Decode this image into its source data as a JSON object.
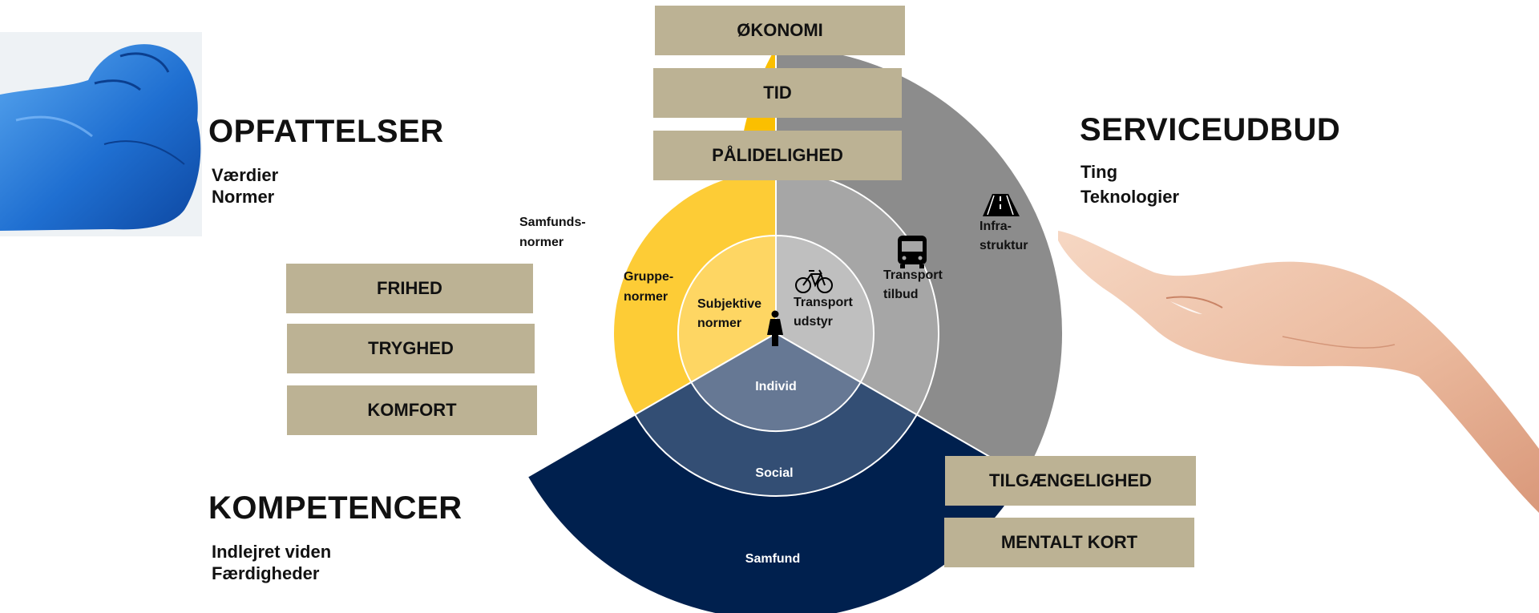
{
  "diagram": {
    "quadrants": {
      "opfattelser": {
        "title": "OPFATTELSER",
        "items": [
          "Værdier",
          "Normer"
        ],
        "color": "#fbbf00"
      },
      "serviceudbud": {
        "title": "SERVICEUDBUD",
        "items": [
          "Ting",
          "Teknologier"
        ],
        "color": "#8c8c8c"
      },
      "kompetencer": {
        "title": "KOMPETENCER",
        "items": [
          "Indlejret viden",
          "Færdigheder"
        ],
        "color": "#00204e"
      }
    },
    "rings": {
      "outer": {
        "yellow": [
          "Samfunds-",
          "normer"
        ],
        "grey": [
          "Infra-",
          "struktur"
        ],
        "blue": "Samfund"
      },
      "middle": {
        "yellow": [
          "Gruppe-",
          "normer"
        ],
        "grey": [
          "Transport",
          "tilbud"
        ],
        "blue": "Social"
      },
      "inner": {
        "yellow": [
          "Subjektive",
          "normer"
        ],
        "grey": [
          "Transport",
          "udstyr"
        ],
        "blue": "Individ"
      }
    },
    "boxes": {
      "top": [
        "ØKONOMI",
        "TID",
        "PÅLIDELIGHED"
      ],
      "left": [
        "FRIHED",
        "TRYGHED",
        "KOMFORT"
      ],
      "right": [
        "TILGÆNGELIGHED",
        "MENTALT KORT"
      ]
    },
    "icons": [
      "road-icon",
      "bus-icon",
      "bicycle-icon",
      "person-icon",
      "boxing-glove-icon",
      "open-hand-icon"
    ],
    "box_color": "#bcb294"
  }
}
